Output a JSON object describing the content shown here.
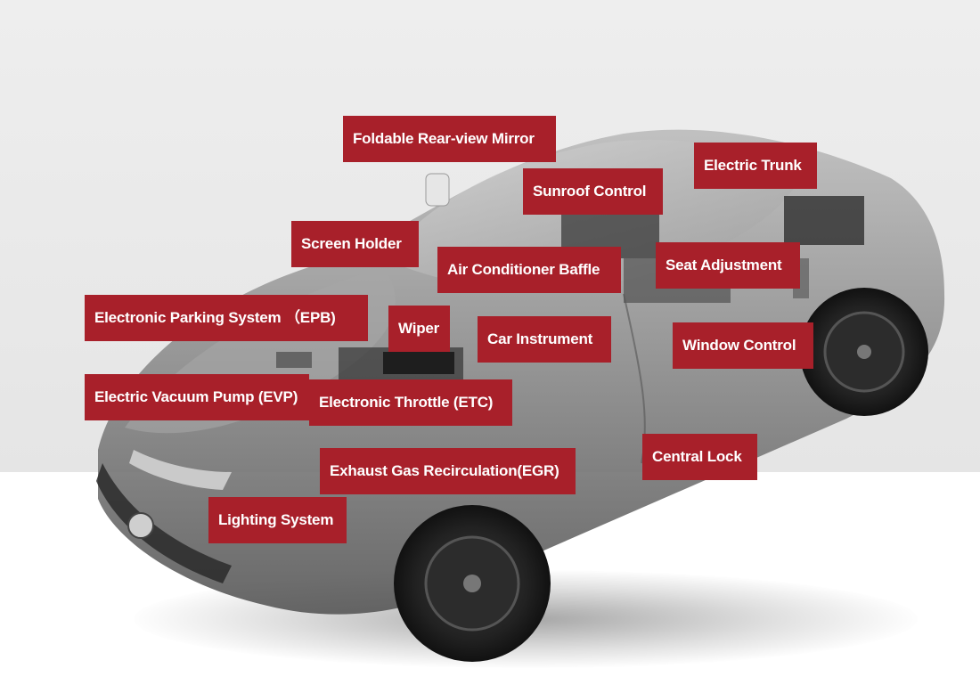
{
  "labels": {
    "foldable_mirror": "Foldable Rear-view Mirror",
    "electric_trunk": "Electric Trunk",
    "sunroof_control": "Sunroof Control",
    "screen_holder": "Screen Holder",
    "seat_adjustment": "Seat Adjustment",
    "air_conditioner_baffle": "Air Conditioner Baffle",
    "electronic_parking_system": "Electronic Parking System （EPB)",
    "wiper": "Wiper",
    "car_instrument": "Car Instrument",
    "window_control": "Window Control",
    "electric_vacuum_pump": "Electric Vacuum Pump (EVP)",
    "electronic_throttle": "Electronic Throttle (ETC)",
    "central_lock": "Central Lock",
    "exhaust_gas_recirculation": "Exhaust Gas Recirculation(EGR)",
    "lighting_system": "Lighting System"
  },
  "colors": {
    "label_background": "#a8202a",
    "label_text": "#ffffff",
    "backdrop": "#e8e8e8"
  }
}
